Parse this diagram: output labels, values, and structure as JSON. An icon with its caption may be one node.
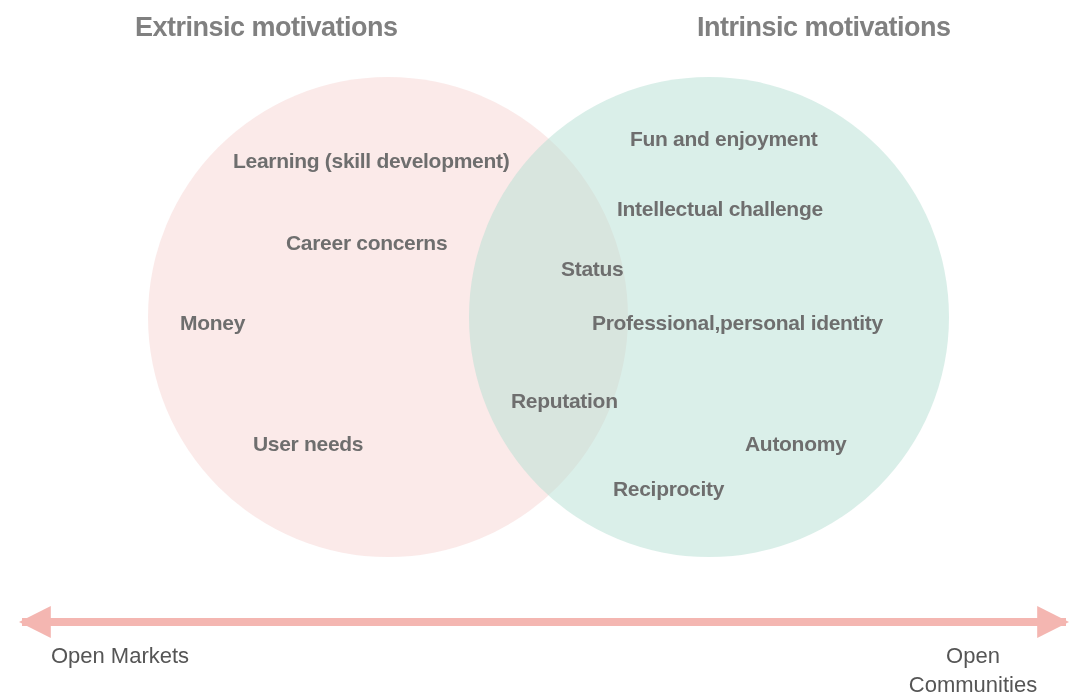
{
  "diagram": {
    "nodes": [
      {
        "text": [
          "Extrinsic motivations"
        ]
      },
      {
        "text": [
          "Intrinsic motivations"
        ]
      }
    ],
    "labels": [
      "Fun and enjoyment",
      "Learning (skill development)",
      "Intellectual challenge",
      "Career concerns",
      "Status",
      "Money",
      "Professional,personal identity",
      "Reputation",
      "User needs",
      "Autonomy",
      "Reciprocity",
      "Open Markets",
      "Open Communities"
    ]
  }
}
